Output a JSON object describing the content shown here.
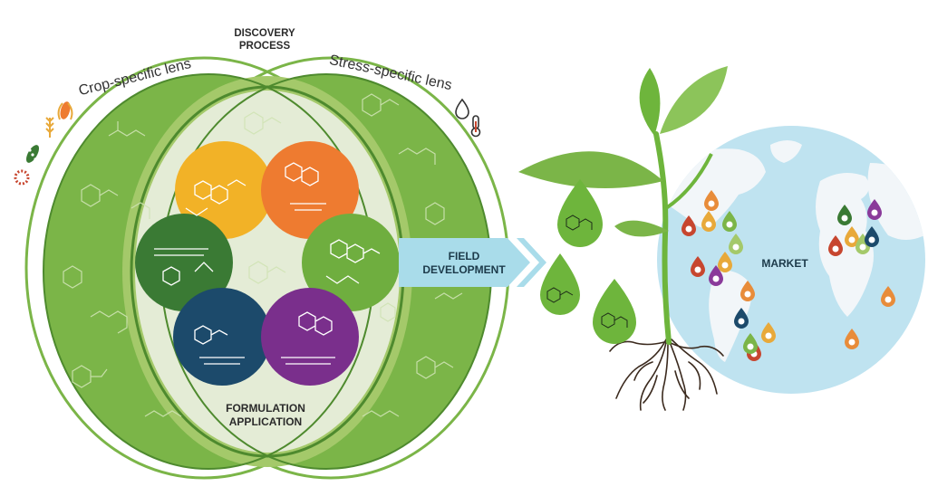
{
  "labels": {
    "discovery_line1": "DISCOVERY",
    "discovery_line2": "PROCESS",
    "crop_lens": "Crop-specific lens",
    "stress_lens": "Stress-specific lens",
    "field_line1": "FIELD",
    "field_line2": "DEVELOPMENT",
    "formulation_line1": "FORMULATION",
    "formulation_line2": "APPLICATION",
    "market": "MARKET"
  },
  "colors": {
    "outer_green": "#7bb548",
    "inner_green": "#a4c96a",
    "core_pale": "#e4ecd6",
    "ring_dark": "#4e8a2e",
    "yellow": "#f2b227",
    "orange": "#ee7b30",
    "dark_green": "#3a7a34",
    "light_green": "#6fae3f",
    "navy": "#1c4a6b",
    "purple": "#7a2f8c",
    "arrow_blue": "#a9dcea",
    "globe_ocean": "#bfe3f0",
    "globe_land": "#f2f6f9",
    "stem": "#6eb53c",
    "root": "#3b2a1e"
  },
  "icons": {
    "crop_lens": [
      "pollen-icon",
      "seed-pod-icon",
      "wheat-icon",
      "corn-icon"
    ],
    "stress_lens": [
      "water-drop-icon",
      "thermometer-icon"
    ]
  },
  "market_pins": [
    {
      "color": "#e88c3a"
    },
    {
      "color": "#c7462f"
    },
    {
      "color": "#e8a93a"
    },
    {
      "color": "#7bb548"
    },
    {
      "color": "#a4c96a"
    },
    {
      "color": "#e8a93a"
    },
    {
      "color": "#c7462f"
    },
    {
      "color": "#8a3a9a"
    },
    {
      "color": "#e88c3a"
    },
    {
      "color": "#1c4a6b"
    },
    {
      "color": "#e8a93a"
    },
    {
      "color": "#c7462f"
    },
    {
      "color": "#7bb548"
    },
    {
      "color": "#3a7a34"
    },
    {
      "color": "#8a3a9a"
    },
    {
      "color": "#e8a93a"
    },
    {
      "color": "#a4c96a"
    },
    {
      "color": "#c7462f"
    },
    {
      "color": "#e88c3a"
    },
    {
      "color": "#1c4a6b"
    },
    {
      "color": "#e88c3a"
    }
  ]
}
